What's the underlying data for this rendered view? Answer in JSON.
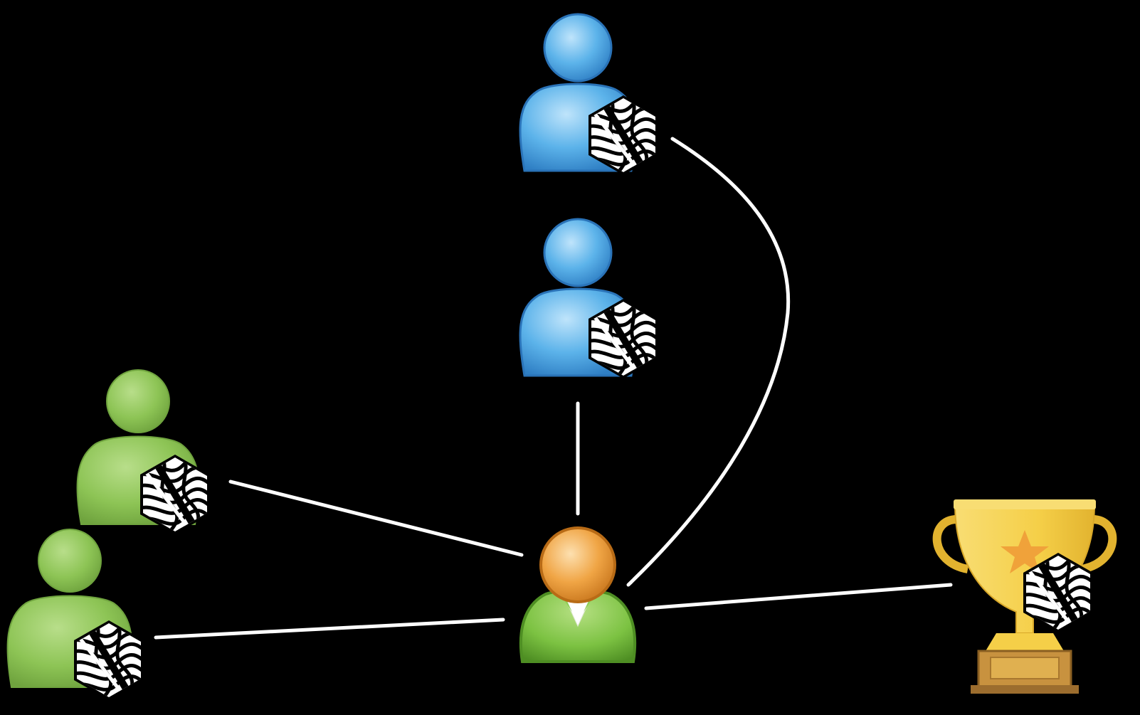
{
  "colors": {
    "background": "#000000",
    "connector": "#ffffff",
    "blue_person": "#4aa3e0",
    "green_person": "#8dc455",
    "hub_head": "#e8962e",
    "hub_body": "#7cc242",
    "trophy_gold": "#f5cf48",
    "trophy_star": "#f0a23a",
    "trophy_base": "#b8863c"
  },
  "nodes": [
    {
      "id": "blue-person-top",
      "kind": "person",
      "color": "blue",
      "badge": "zebra-hexagon-icon"
    },
    {
      "id": "blue-person-middle",
      "kind": "person",
      "color": "blue",
      "badge": "zebra-hexagon-icon"
    },
    {
      "id": "green-person-upper-left",
      "kind": "person",
      "color": "green",
      "badge": "zebra-hexagon-icon"
    },
    {
      "id": "green-person-lower-left",
      "kind": "person",
      "color": "green",
      "badge": "zebra-hexagon-icon"
    },
    {
      "id": "hub-person",
      "kind": "person",
      "color": "orange-green",
      "badge": ""
    },
    {
      "id": "trophy",
      "kind": "trophy",
      "color": "gold",
      "badge": "zebra-hexagon-icon"
    }
  ],
  "edges": [
    {
      "from": "hub-person",
      "to": "blue-person-top",
      "style": "curved"
    },
    {
      "from": "hub-person",
      "to": "blue-person-middle",
      "style": "straight"
    },
    {
      "from": "hub-person",
      "to": "green-person-upper-left",
      "style": "straight"
    },
    {
      "from": "hub-person",
      "to": "green-person-lower-left",
      "style": "straight"
    },
    {
      "from": "hub-person",
      "to": "trophy",
      "style": "straight"
    }
  ]
}
